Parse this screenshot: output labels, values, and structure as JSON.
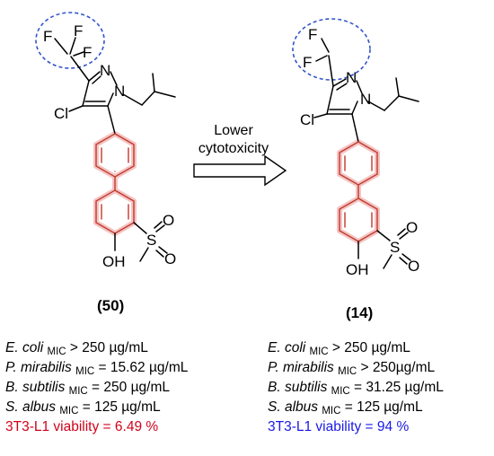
{
  "arrow_label": [
    "Lower",
    "cytotoxicity"
  ],
  "colors": {
    "highlight": "#e07878",
    "circle": "#3355cc",
    "bad": "#d0021b",
    "good": "#1a1ae6"
  },
  "left": {
    "id": "(50)",
    "atoms": {
      "f1": "F",
      "f2": "F",
      "f3": "F",
      "n1": "N",
      "n2": "N",
      "cl": "Cl",
      "s": "S",
      "o1": "O",
      "o2": "O",
      "oh": "OH"
    },
    "activity": [
      {
        "species": "E. coli",
        "sub": "MIC",
        "value": " > 250 µg/mL"
      },
      {
        "species": "P. mirabilis",
        "sub": "MIC",
        "value": " = 15.62 µg/mL"
      },
      {
        "species": "B. subtilis",
        "sub": "MIC",
        "value": " = 250 µg/mL"
      },
      {
        "species": "S. albus",
        "sub": "MIC",
        "value": " = 125 µg/mL"
      }
    ],
    "viability": "3T3-L1 viability = 6.49 %"
  },
  "right": {
    "id": "(14)",
    "atoms": {
      "f1": "F",
      "f2": "F",
      "n1": "N",
      "n2": "N",
      "cl": "Cl",
      "s": "S",
      "o1": "O",
      "o2": "O",
      "oh": "OH"
    },
    "activity": [
      {
        "species": "E. coli",
        "sub": "MIC",
        "value": " > 250 µg/mL"
      },
      {
        "species": "P. mirabilis",
        "sub": "MIC",
        "value": " > 250µg/mL"
      },
      {
        "species": "B. subtilis",
        "sub": "MIC",
        "value": " = 31.25 µg/mL"
      },
      {
        "species": "S. albus",
        "sub": "MIC",
        "value": " = 125 µg/mL"
      }
    ],
    "viability": "3T3-L1 viability = 94 %"
  }
}
